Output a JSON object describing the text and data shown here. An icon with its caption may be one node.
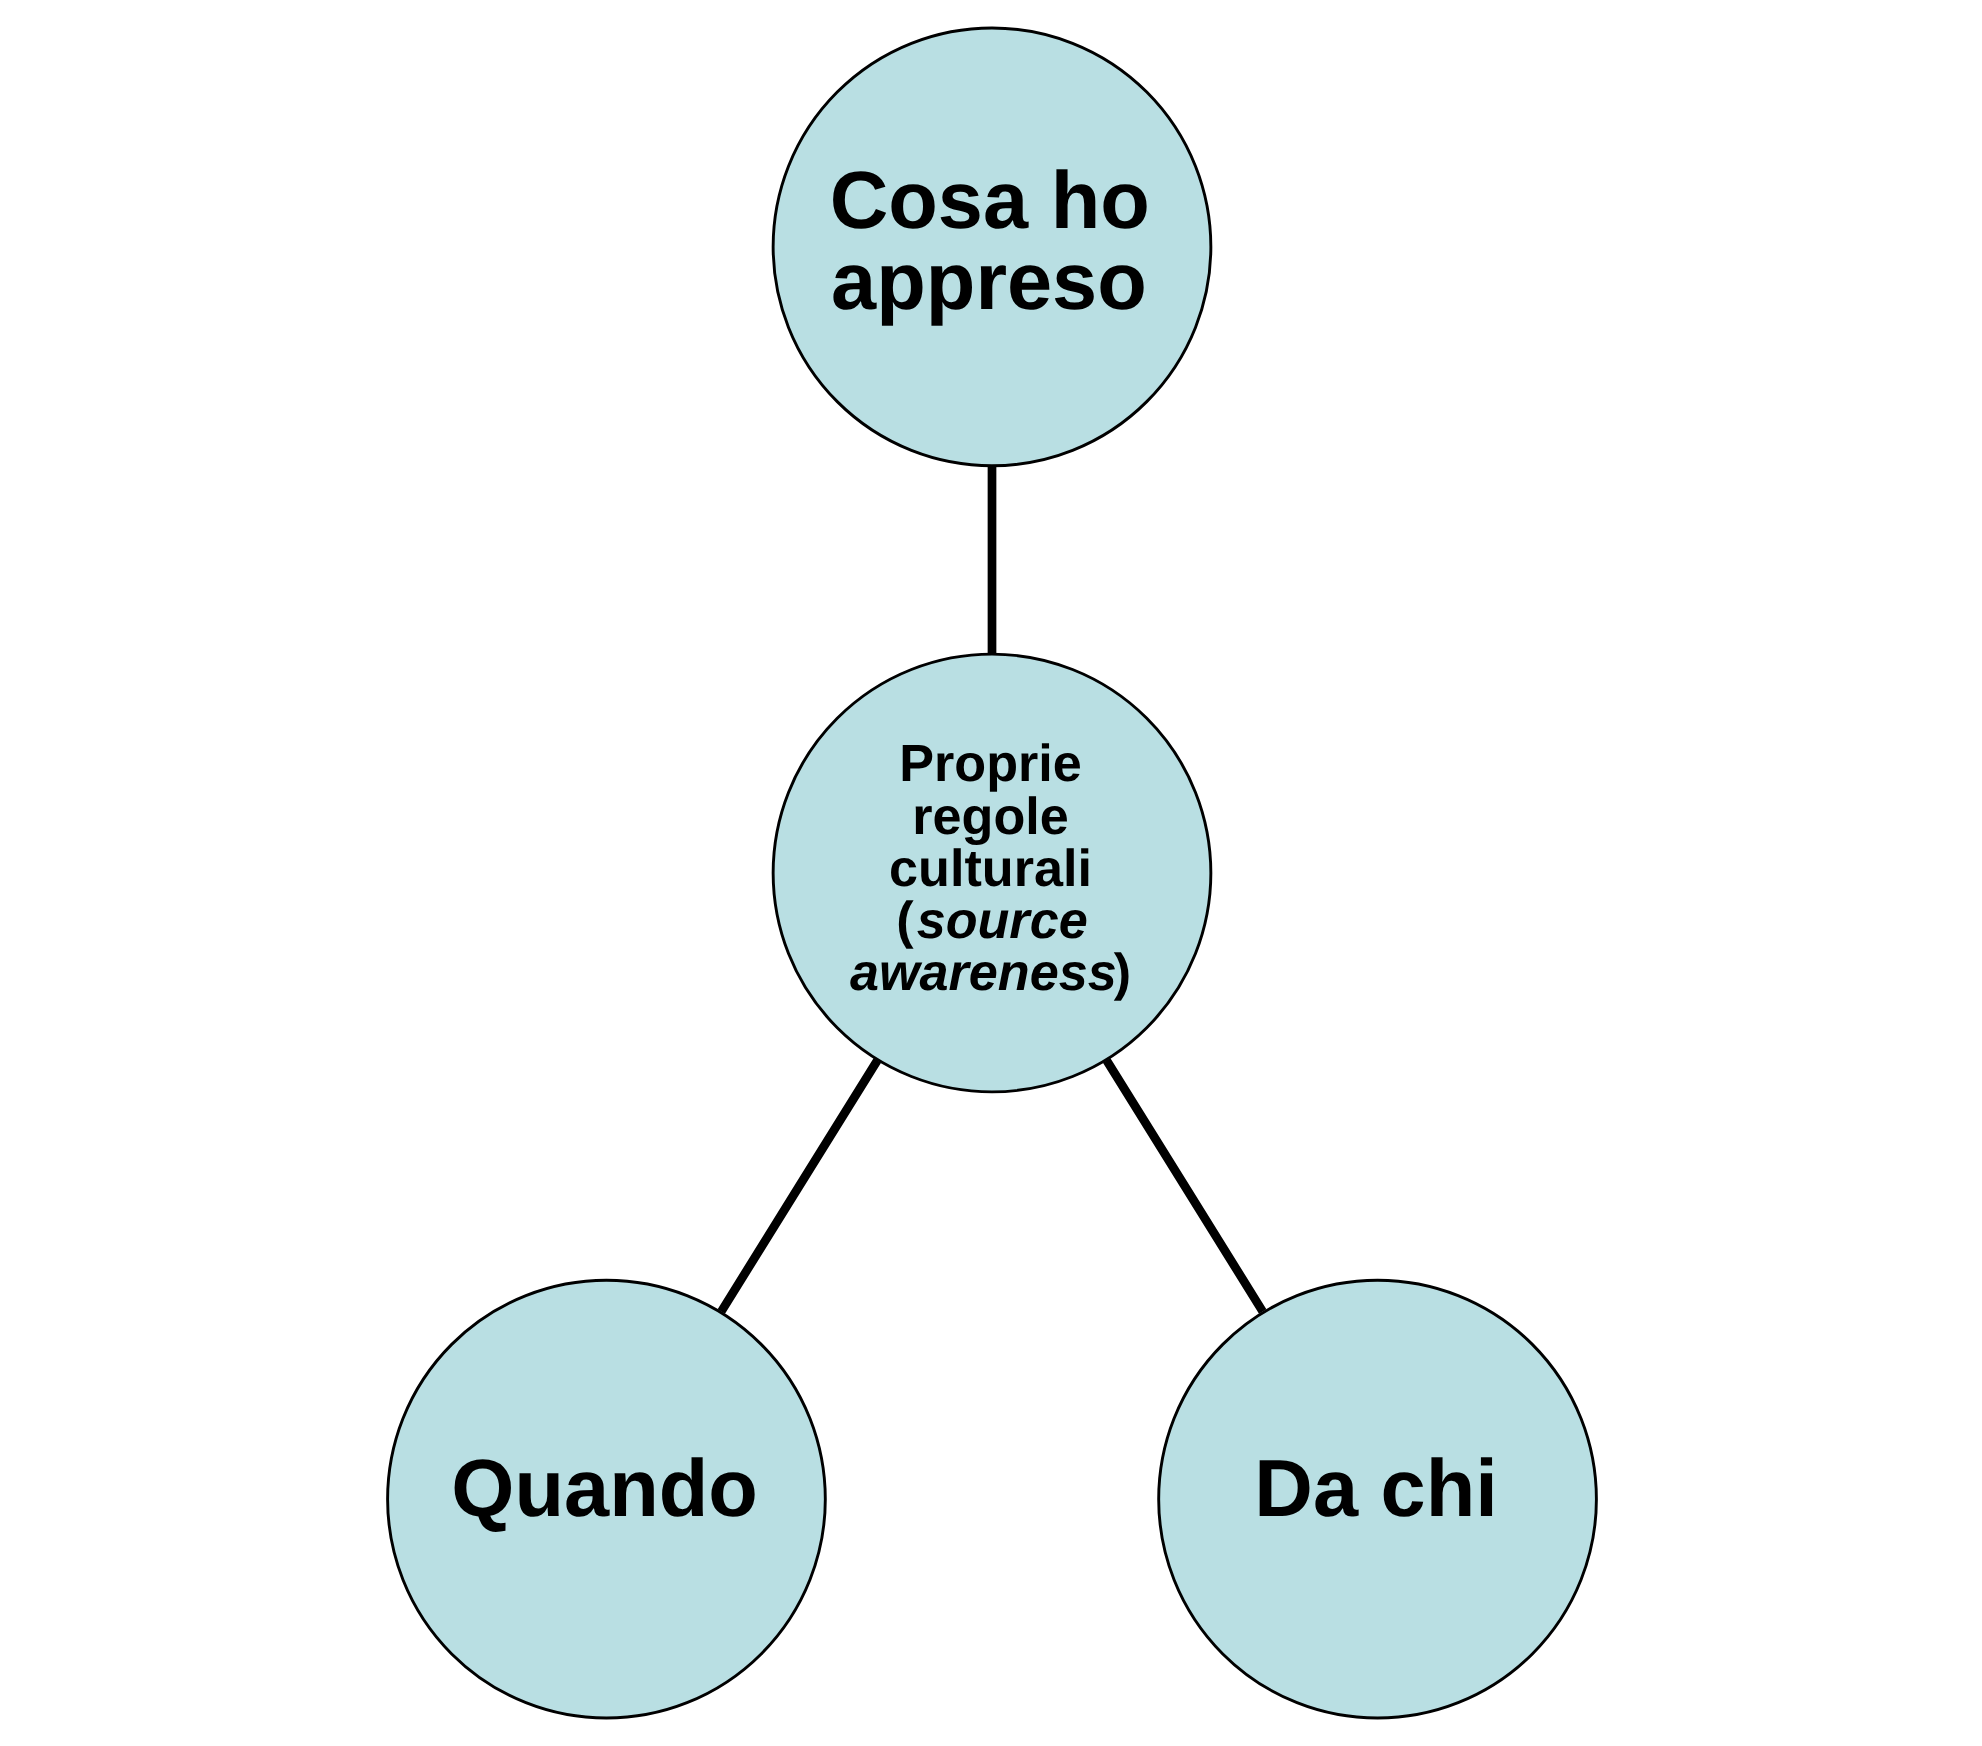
{
  "diagram": {
    "nodes": [
      {
        "text": [
          "Cosa ho appreso"
        ]
      },
      {
        "text": [
          "Proprie regole culturali (*source awareness*)"
        ]
      },
      {
        "text": [
          "Quando"
        ]
      },
      {
        "text": [
          "Da chi"
        ]
      }
    ],
    "edges": [
      {
        "from": 0,
        "to": 1,
        "arrow": "none"
      },
      {
        "from": 1,
        "to": 2,
        "arrow": "none"
      },
      {
        "from": 1,
        "to": 3,
        "arrow": "none"
      }
    ]
  }
}
